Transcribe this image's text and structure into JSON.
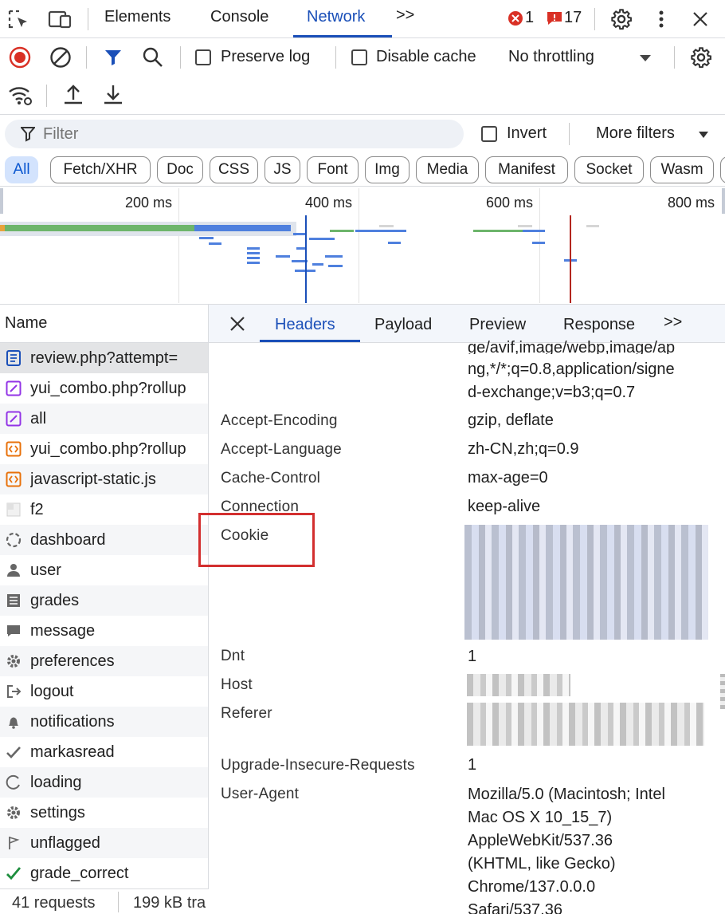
{
  "devtools_tabs": {
    "elements": "Elements",
    "console": "Console",
    "network": "Network",
    "more": ">>",
    "error_count": "1",
    "issue_count": "17"
  },
  "toolbar": {
    "preserve_log": "Preserve log",
    "disable_cache": "Disable cache",
    "throttling": "No throttling"
  },
  "filter": {
    "placeholder": "Filter",
    "invert": "Invert",
    "more_filters": "More filters"
  },
  "type_chips": [
    "All",
    "Fetch/XHR",
    "Doc",
    "CSS",
    "JS",
    "Font",
    "Img",
    "Media",
    "Manifest",
    "Socket",
    "Wasm"
  ],
  "timeline": {
    "ticks": [
      "200 ms",
      "400 ms",
      "600 ms",
      "800 ms"
    ]
  },
  "request_list": {
    "header": "Name",
    "items": [
      {
        "name": "review.php?attempt=",
        "icon": "document-icon"
      },
      {
        "name": "yui_combo.php?rollup",
        "icon": "script-icon"
      },
      {
        "name": "all",
        "icon": "script-icon"
      },
      {
        "name": "yui_combo.php?rollup",
        "icon": "code-icon"
      },
      {
        "name": "javascript-static.js",
        "icon": "code-icon"
      },
      {
        "name": "f2",
        "icon": "image-icon"
      },
      {
        "name": "dashboard",
        "icon": "dashboard-icon"
      },
      {
        "name": "user",
        "icon": "user-icon"
      },
      {
        "name": "grades",
        "icon": "grades-icon"
      },
      {
        "name": "message",
        "icon": "message-icon"
      },
      {
        "name": "preferences",
        "icon": "gear-icon"
      },
      {
        "name": "logout",
        "icon": "logout-icon"
      },
      {
        "name": "notifications",
        "icon": "bell-icon"
      },
      {
        "name": "markasread",
        "icon": "check-icon"
      },
      {
        "name": "loading",
        "icon": "loading-icon"
      },
      {
        "name": "settings",
        "icon": "gear-icon"
      },
      {
        "name": "unflagged",
        "icon": "flag-icon"
      },
      {
        "name": "grade_correct",
        "icon": "check-green-icon"
      }
    ]
  },
  "status": {
    "requests": "41 requests",
    "transferred": "199 kB tra"
  },
  "detail_tabs": {
    "headers": "Headers",
    "payload": "Payload",
    "preview": "Preview",
    "response": "Response",
    "more": ">>"
  },
  "headers": {
    "accept_tail_1": "ge/avif,image/webp,image/ap",
    "accept_tail_2": "ng,*/*;q=0.8,application/signe",
    "accept_tail_3": "d-exchange;v=b3;q=0.7",
    "rows": [
      {
        "name": "Accept-Encoding",
        "value": "gzip, deflate"
      },
      {
        "name": "Accept-Language",
        "value": "zh-CN,zh;q=0.9"
      },
      {
        "name": "Cache-Control",
        "value": "max-age=0"
      },
      {
        "name": "Connection",
        "value": "keep-alive"
      },
      {
        "name": "Cookie",
        "value": ""
      },
      {
        "name": "Dnt",
        "value": "1"
      },
      {
        "name": "Host",
        "value": ""
      },
      {
        "name": "Referer",
        "value": ""
      },
      {
        "name": "Upgrade-Insecure-Requests",
        "value": "1"
      },
      {
        "name": "User-Agent",
        "value": ""
      }
    ],
    "user_agent_lines": [
      "Mozilla/5.0 (Macintosh; Intel",
      "Mac OS X 10_15_7)",
      "AppleWebKit/537.36",
      "(KHTML, like Gecko)",
      "Chrome/137.0.0.0",
      "Safari/537.36"
    ]
  },
  "colors": {
    "accent": "#1a4fb8",
    "highlight_box": "#d32f2f",
    "error": "#d93025"
  }
}
